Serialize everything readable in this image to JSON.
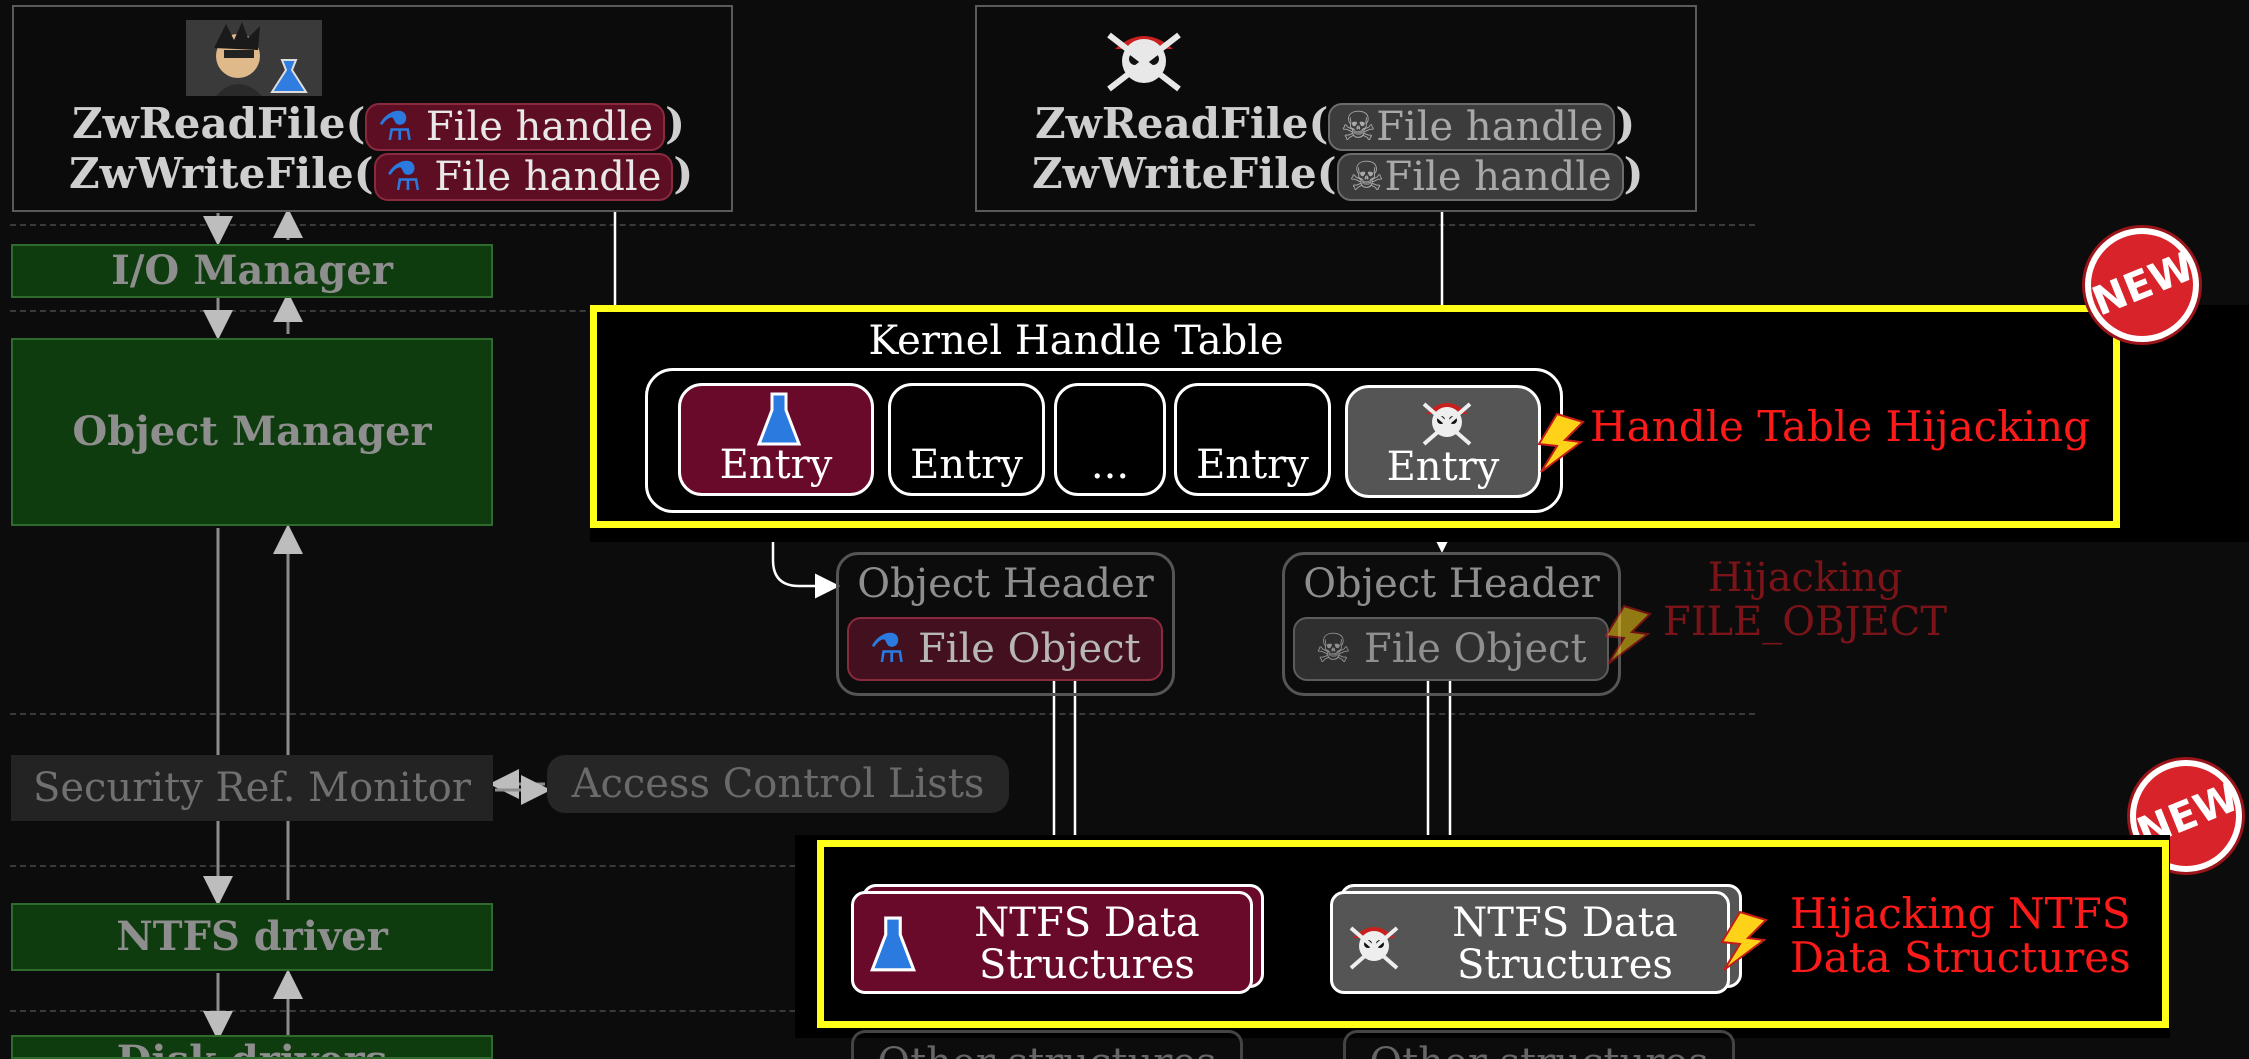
{
  "calls": {
    "read_fn": "ZwReadFile(",
    "write_fn": "ZwWriteFile(",
    "handle_label": "File handle",
    "close_paren": ")"
  },
  "layers": {
    "io_manager": "I/O Manager",
    "object_manager": "Object Manager",
    "security_ref_monitor": "Security Ref. Monitor",
    "access_control_lists": "Access Control Lists",
    "ntfs_driver": "NTFS driver",
    "disk_drivers": "Disk drivers"
  },
  "kernel_handle_table": {
    "title": "Kernel Handle Table",
    "entries": [
      "Entry",
      "Entry",
      "...",
      "Entry",
      "Entry"
    ]
  },
  "object_header": {
    "title": "Object Header",
    "file_object": "File Object"
  },
  "ntfs": {
    "line1": "NTFS Data",
    "line2": "Structures"
  },
  "other_structures": "Other structures",
  "attacks": {
    "handle_table": "Handle Table Hijacking",
    "file_object_line1": "Hijacking",
    "file_object_line2": "FILE_OBJECT",
    "ntfs_line1": "Hijacking NTFS",
    "ntfs_line2": "Data Structures"
  },
  "badge": "NEW",
  "colors": {
    "highlight": "#ffff1a",
    "legit": "#6a0a2a",
    "malicious": "#555555",
    "layer": "#0f3c0f",
    "attack_text": "#ff1a1a"
  }
}
